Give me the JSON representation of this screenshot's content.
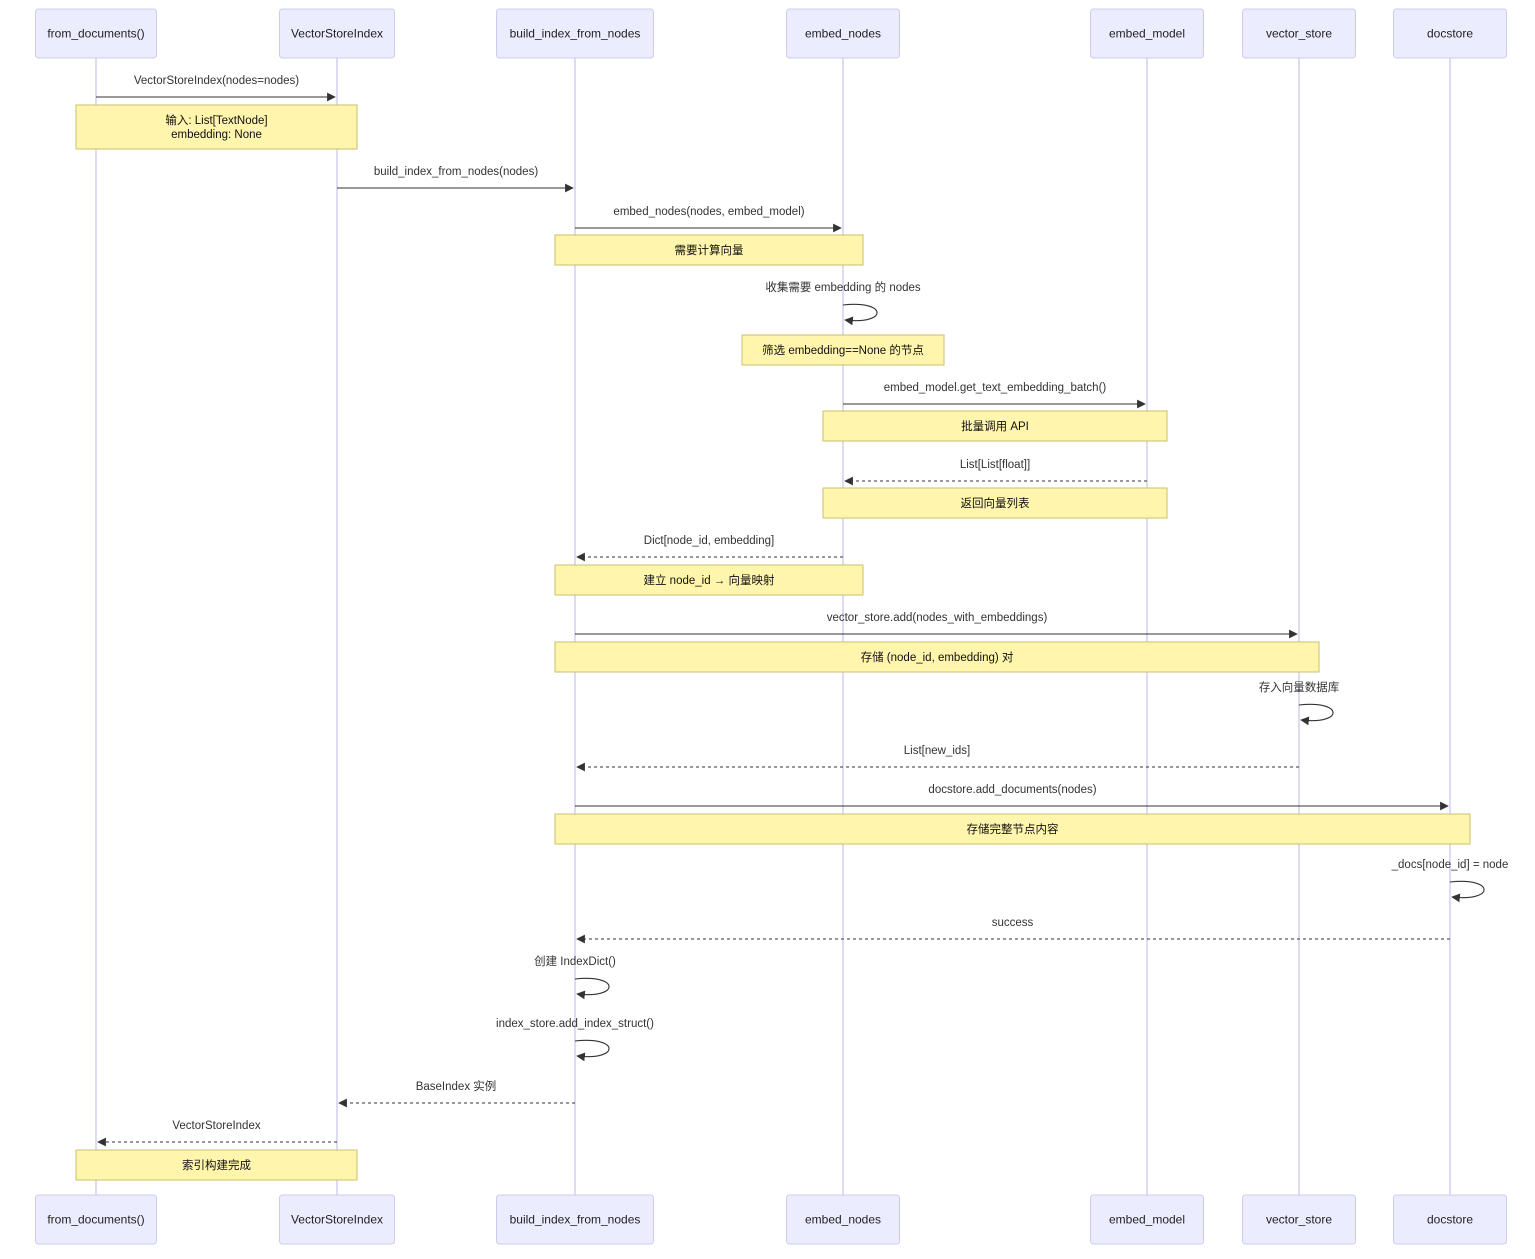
{
  "diagram": {
    "participants": [
      {
        "id": "from_documents",
        "label": "from_documents()"
      },
      {
        "id": "VectorStoreIndex",
        "label": "VectorStoreIndex"
      },
      {
        "id": "build_index_from_nodes",
        "label": "build_index_from_nodes"
      },
      {
        "id": "embed_nodes",
        "label": "embed_nodes"
      },
      {
        "id": "embed_model",
        "label": "embed_model"
      },
      {
        "id": "vector_store",
        "label": "vector_store"
      },
      {
        "id": "docstore",
        "label": "docstore"
      }
    ],
    "steps": [
      {
        "kind": "msg",
        "from": "from_documents",
        "to": "VectorStoreIndex",
        "text": "VectorStoreIndex(nodes=nodes)",
        "dashed": false
      },
      {
        "kind": "note",
        "span": [
          "from_documents",
          "VectorStoreIndex"
        ],
        "lines": [
          "输入: List[TextNode]",
          "embedding: None"
        ]
      },
      {
        "kind": "msg",
        "from": "VectorStoreIndex",
        "to": "build_index_from_nodes",
        "text": "build_index_from_nodes(nodes)",
        "dashed": false
      },
      {
        "kind": "msg",
        "from": "build_index_from_nodes",
        "to": "embed_nodes",
        "text": "embed_nodes(nodes, embed_model)",
        "dashed": false
      },
      {
        "kind": "note",
        "span": [
          "build_index_from_nodes",
          "embed_nodes"
        ],
        "lines": [
          "需要计算向量"
        ]
      },
      {
        "kind": "self",
        "on": "embed_nodes",
        "text": "收集需要 embedding 的 nodes"
      },
      {
        "kind": "note",
        "span": [
          "embed_nodes"
        ],
        "lines": [
          "筛选 embedding==None 的节点"
        ]
      },
      {
        "kind": "msg",
        "from": "embed_nodes",
        "to": "embed_model",
        "text": "embed_model.get_text_embedding_batch()",
        "dashed": false
      },
      {
        "kind": "note",
        "span": [
          "embed_nodes",
          "embed_model"
        ],
        "lines": [
          "批量调用 API"
        ]
      },
      {
        "kind": "msg",
        "from": "embed_model",
        "to": "embed_nodes",
        "text": "List[List[float]]",
        "dashed": true
      },
      {
        "kind": "note",
        "span": [
          "embed_nodes",
          "embed_model"
        ],
        "lines": [
          "返回向量列表"
        ]
      },
      {
        "kind": "msg",
        "from": "embed_nodes",
        "to": "build_index_from_nodes",
        "text": "Dict[node_id, embedding]",
        "dashed": true
      },
      {
        "kind": "note",
        "span": [
          "build_index_from_nodes",
          "embed_nodes"
        ],
        "lines": [
          "建立 node_id → 向量映射"
        ]
      },
      {
        "kind": "msg",
        "from": "build_index_from_nodes",
        "to": "vector_store",
        "text": "vector_store.add(nodes_with_embeddings)",
        "dashed": false
      },
      {
        "kind": "note",
        "span": [
          "build_index_from_nodes",
          "vector_store"
        ],
        "lines": [
          "存储 (node_id, embedding) 对"
        ]
      },
      {
        "kind": "self",
        "on": "vector_store",
        "text": "存入向量数据库"
      },
      {
        "kind": "msg",
        "from": "vector_store",
        "to": "build_index_from_nodes",
        "text": "List[new_ids]",
        "dashed": true
      },
      {
        "kind": "msg",
        "from": "build_index_from_nodes",
        "to": "docstore",
        "text": "docstore.add_documents(nodes)",
        "dashed": false
      },
      {
        "kind": "note",
        "span": [
          "build_index_from_nodes",
          "docstore"
        ],
        "lines": [
          "存储完整节点内容"
        ]
      },
      {
        "kind": "self",
        "on": "docstore",
        "text": "_docs[node_id] = node"
      },
      {
        "kind": "msg",
        "from": "docstore",
        "to": "build_index_from_nodes",
        "text": "success",
        "dashed": true
      },
      {
        "kind": "self",
        "on": "build_index_from_nodes",
        "text": "创建 IndexDict()"
      },
      {
        "kind": "self",
        "on": "build_index_from_nodes",
        "text": "index_store.add_index_struct()"
      },
      {
        "kind": "msg",
        "from": "build_index_from_nodes",
        "to": "VectorStoreIndex",
        "text": "BaseIndex 实例",
        "dashed": true
      },
      {
        "kind": "msg",
        "from": "VectorStoreIndex",
        "to": "from_documents",
        "text": "VectorStoreIndex",
        "dashed": true
      },
      {
        "kind": "note",
        "span": [
          "from_documents",
          "VectorStoreIndex"
        ],
        "lines": [
          "索引构建完成"
        ]
      }
    ]
  }
}
